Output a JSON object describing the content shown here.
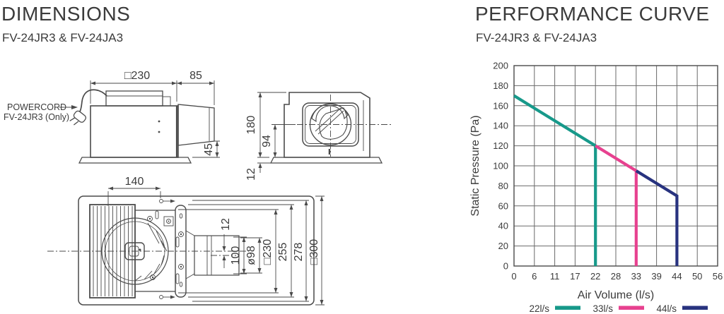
{
  "left": {
    "title": "DIMENSIONS",
    "subtitle": "FV-24JR3 & FV-24JA3",
    "powercord": {
      "line1": "POWERCORD",
      "line2": "FV-24JR3 (Only)"
    },
    "side_view": {
      "body_width": "□230",
      "duct_length": "85",
      "duct_height": "45"
    },
    "end_view": {
      "total_height": "180",
      "center_height": "94",
      "flange_thickness": "12"
    },
    "plan_view": {
      "depth": "140",
      "center_offset": "12",
      "duct_width": "100",
      "duct_diameter": "ø98",
      "body_width": "□230",
      "dim_255": "255",
      "dim_278": "278",
      "plate_width": "□300"
    }
  },
  "right": {
    "title": "PERFORMANCE CURVE",
    "subtitle": "FV-24JR3 & FV-24JA3"
  },
  "chart_data": {
    "type": "line",
    "title": "PERFORMANCE CURVE",
    "xlabel": "Air Volume (l/s)",
    "ylabel": "Static Pressure (Pa)",
    "x_ticks": [
      0,
      6,
      11,
      17,
      22,
      28,
      33,
      39,
      44,
      50,
      56
    ],
    "y_ticks": [
      0,
      20,
      40,
      60,
      80,
      100,
      120,
      140,
      160,
      180,
      200
    ],
    "ylim": [
      0,
      200
    ],
    "grid": true,
    "legend_position": "bottom",
    "grid_color": "#6a6a6a",
    "series": [
      {
        "name": "22l/s",
        "color": "#17998a",
        "points": [
          [
            0,
            170
          ],
          [
            22,
            120
          ],
          [
            22,
            0
          ]
        ]
      },
      {
        "name": "33l/s",
        "color": "#e7418f",
        "points": [
          [
            22,
            120
          ],
          [
            33,
            95
          ],
          [
            33,
            0
          ]
        ]
      },
      {
        "name": "44l/s",
        "color": "#28337f",
        "points": [
          [
            33,
            95
          ],
          [
            44,
            70
          ],
          [
            44,
            0
          ]
        ]
      }
    ]
  }
}
